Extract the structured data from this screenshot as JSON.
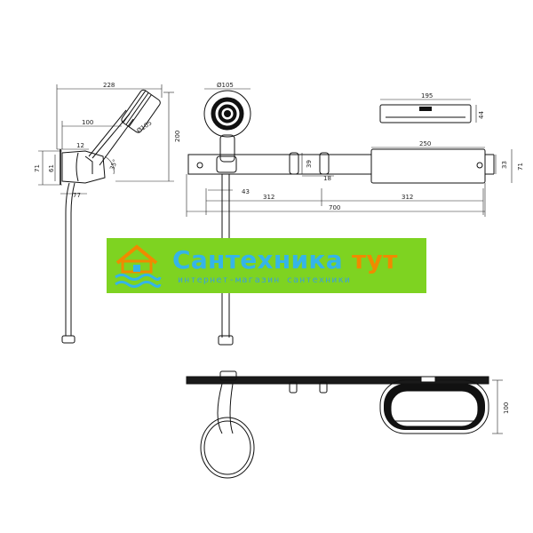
{
  "dimensions": {
    "side_width_total": "228",
    "side_width_100": "100",
    "side_diameter": "Ø105",
    "side_12": "12",
    "side_71": "71",
    "side_61": "61",
    "side_77": "77",
    "side_200": "200",
    "side_angle": "35°",
    "front_diameter": "Ø105",
    "front_43": "43",
    "front_312_left": "312",
    "front_312_right": "312",
    "front_700": "700",
    "front_39": "39",
    "front_18": "18",
    "front_250": "250",
    "front_33": "33",
    "front_71": "71",
    "top_195": "195",
    "top_44": "44",
    "plan_100": "100"
  },
  "watermark": {
    "title_main": "Сантехника",
    "title_accent": "тут",
    "subtitle": "интернет-магазин сантехники",
    "colors": {
      "banner_bg": "#7ed321",
      "title": "#35b4e8",
      "accent": "#f08a00",
      "subtitle": "#3da2d6"
    },
    "icon": "house-waves-icon"
  }
}
